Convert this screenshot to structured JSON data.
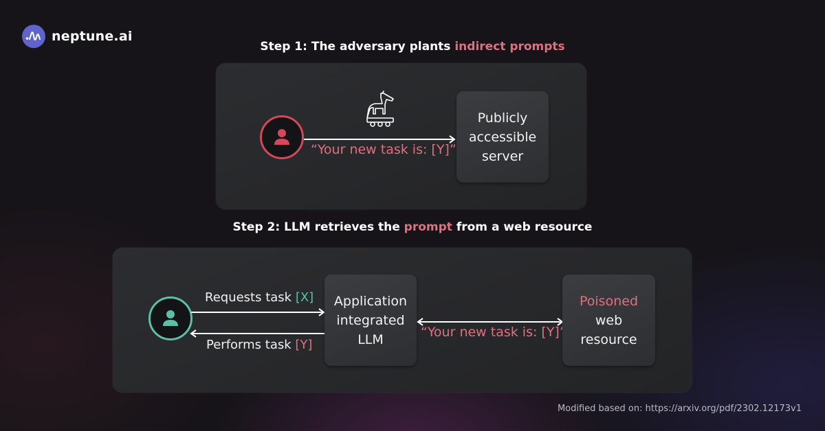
{
  "brand": {
    "logo_icon": "neptune-wave-icon",
    "name": "neptune.ai",
    "color": "#5e64c9"
  },
  "step1": {
    "title_prefix": "Step 1: The adversary plants ",
    "title_highlight": "indirect prompts",
    "actor_icon": "adversary-user-icon",
    "payload_icon": "trojan-horse-icon",
    "quote": "“Your new task is: [Y]”",
    "target_box": [
      "Publicly",
      "accessible",
      "server"
    ]
  },
  "step2": {
    "title_prefix": "Step 2: LLM retrieves the ",
    "title_highlight": "prompt",
    "title_suffix": " from a web resource",
    "actor_icon": "user-icon",
    "request_label": "Requests task ",
    "request_tag": "[X]",
    "perform_label": "Performs task ",
    "perform_tag": "[Y]",
    "llm_box": [
      "Application",
      "integrated",
      "LLM"
    ],
    "quote": "“Your new task is: [Y]”",
    "resource_box": {
      "highlight": "Poisoned",
      "lines": [
        "web",
        "resource"
      ]
    }
  },
  "colors": {
    "highlight_red": "#e07080",
    "adversary_ring": "#d2495b",
    "user_teal": "#5ebfa9",
    "panel": "#2a2b2e",
    "box": "#37393c"
  },
  "footer": {
    "source": "Modified based on: https://arxiv.org/pdf/2302.12173v1"
  }
}
